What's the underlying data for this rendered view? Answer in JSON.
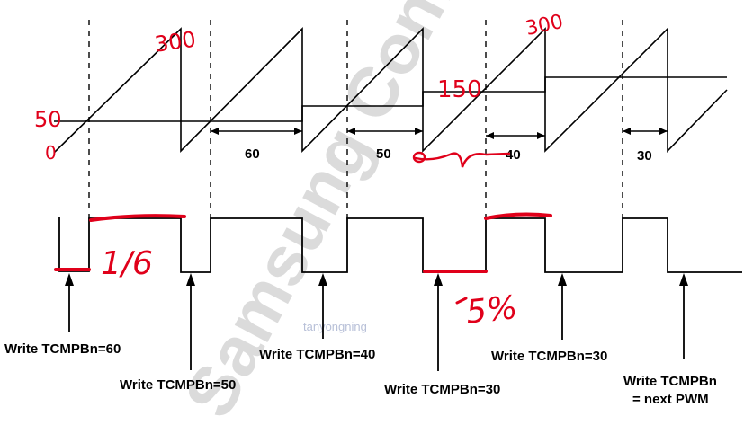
{
  "colors": {
    "ink": "#000000",
    "annotation": "#e0001a",
    "watermark": "#cfcfcf",
    "watermark_small": "#b8c0d8"
  },
  "period_labels": [
    "60",
    "50",
    "40",
    "30"
  ],
  "write_labels": [
    "Write TCMPBn=60",
    "Write TCMPBn=50",
    "Write TCMPBn=40",
    "Write TCMPBn=30",
    "Write TCMPBn=30",
    "Write TCMPBn",
    "= next PWM"
  ],
  "handwritten": {
    "peak_left": "300",
    "peak_right": "300",
    "level_50": "50",
    "zero": "0",
    "level_150": "150",
    "duty_left": "1/6",
    "duty_right": "5%"
  },
  "watermark": {
    "main": "Samsung Confid",
    "small": "tanyongning"
  }
}
